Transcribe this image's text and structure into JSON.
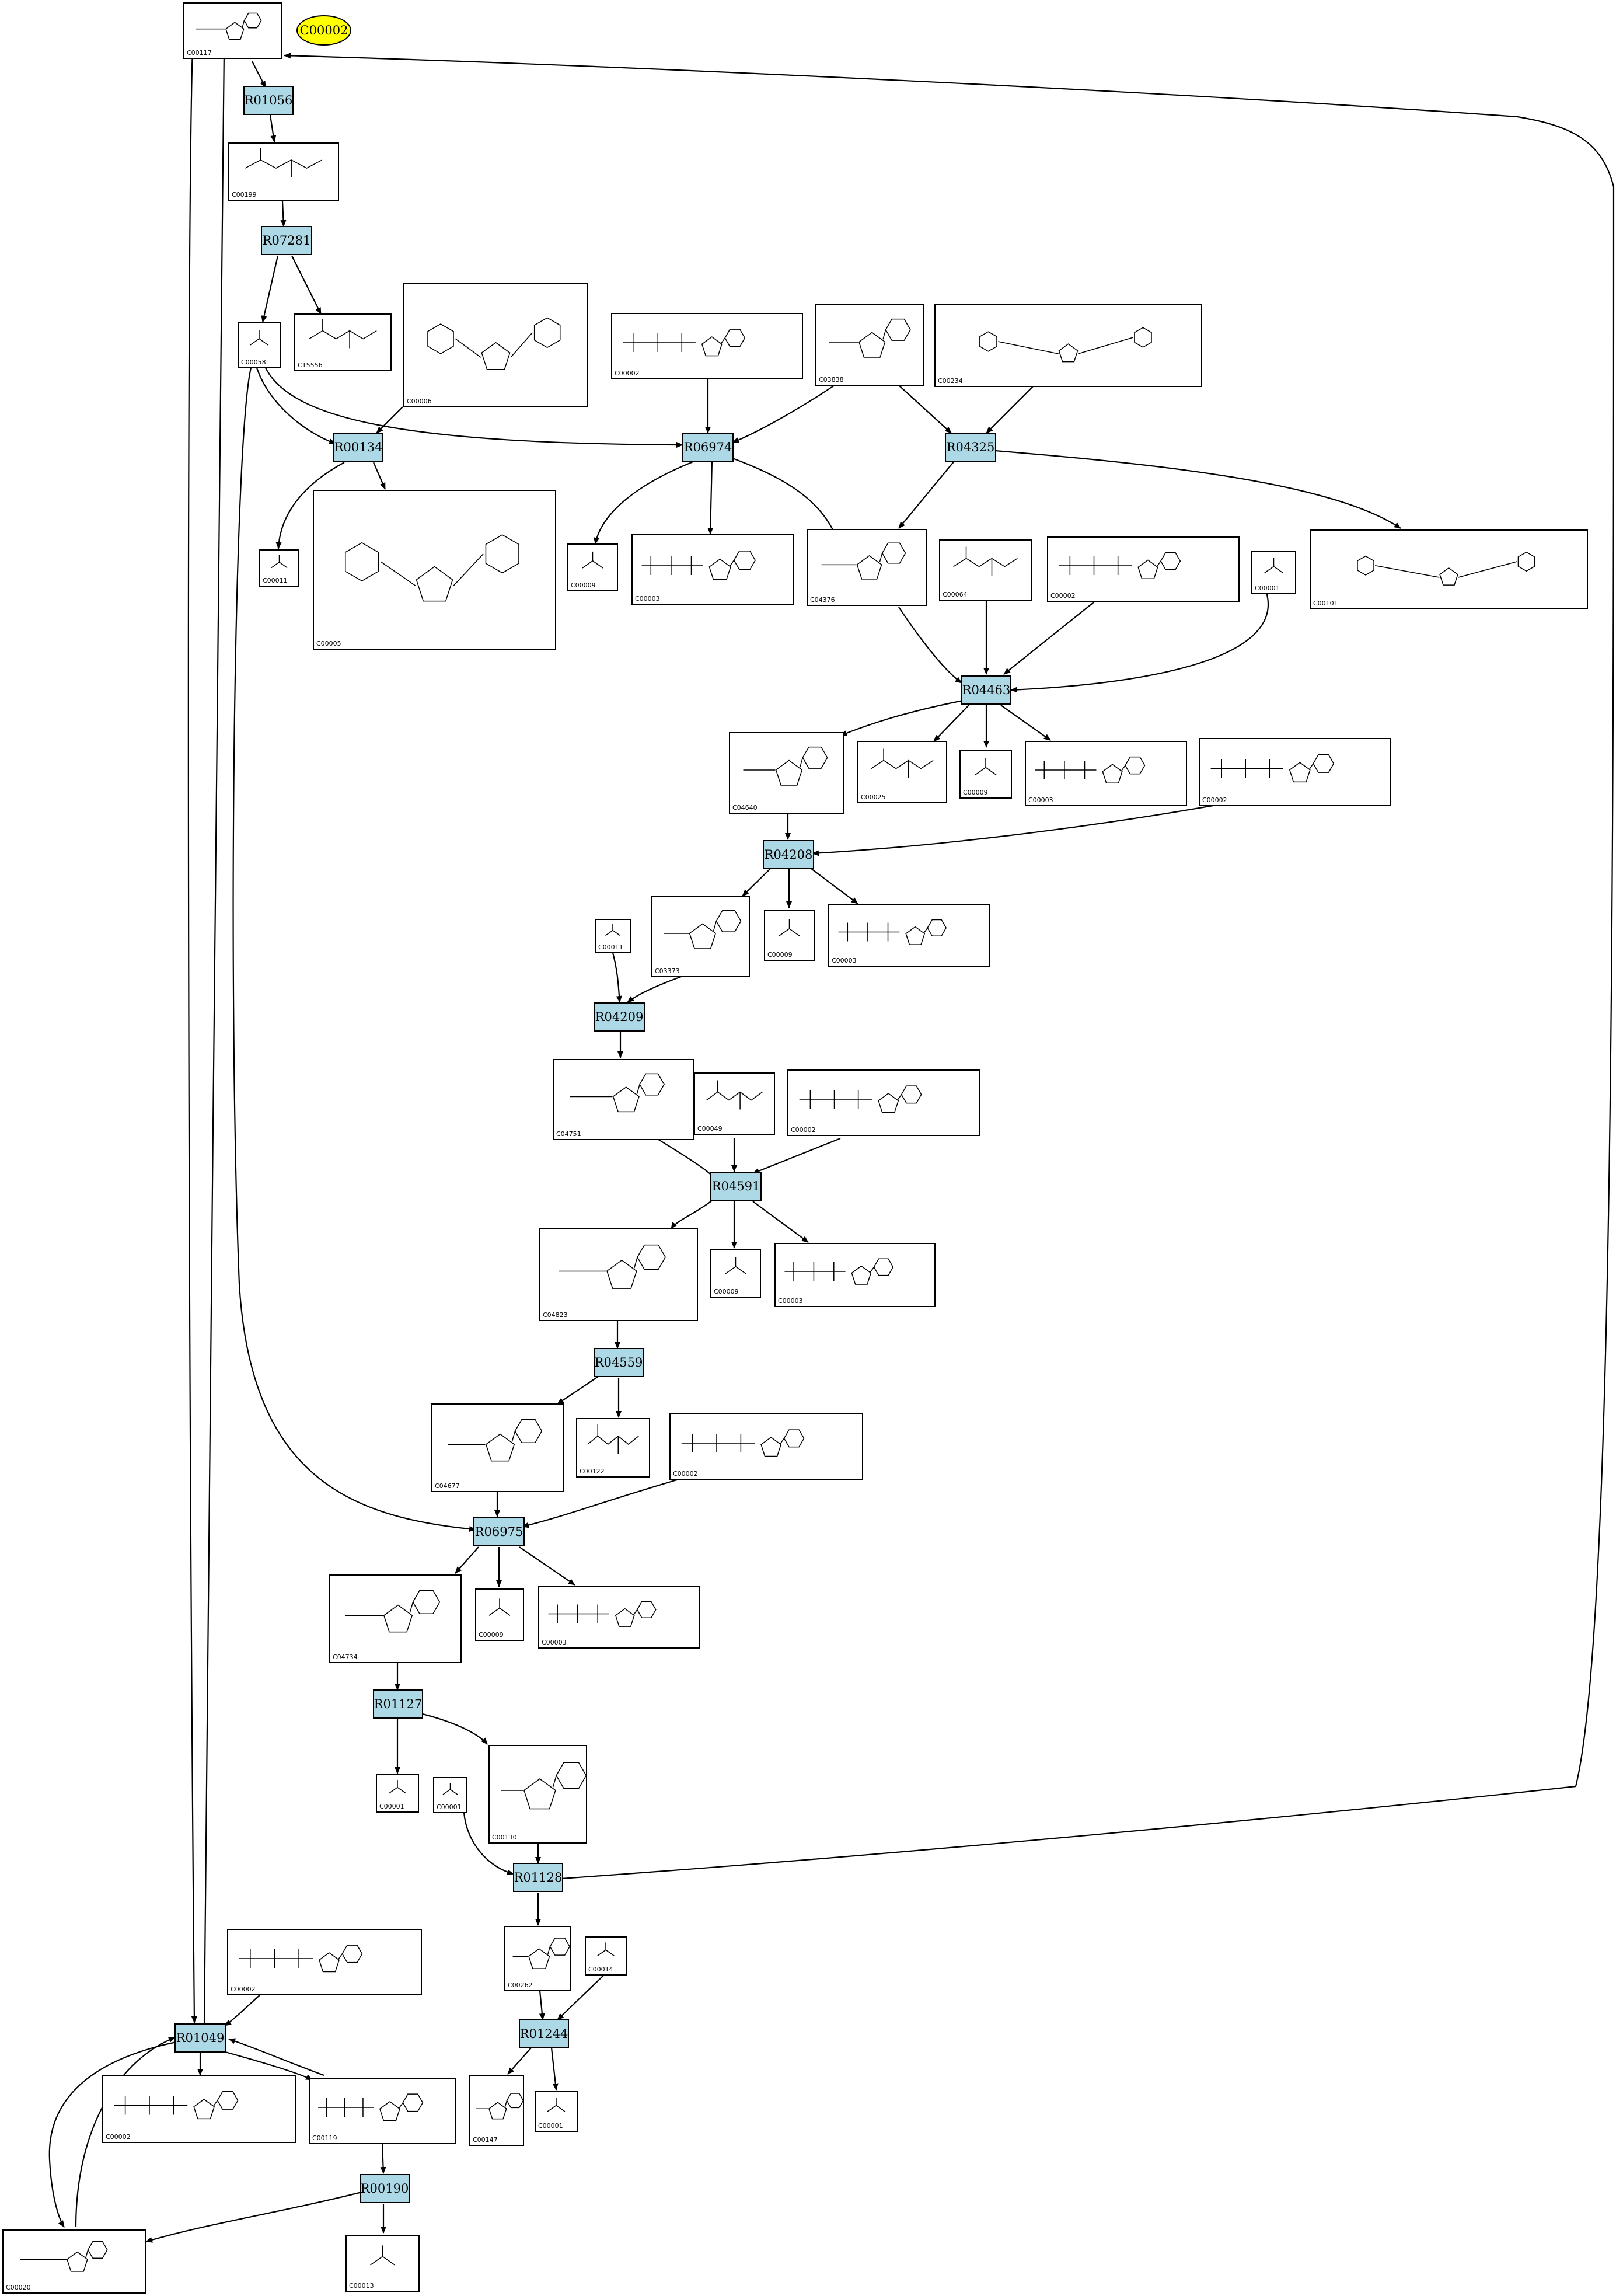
{
  "highlight": {
    "label": "C00002",
    "fill": "#ffff00"
  },
  "colors": {
    "reaction_fill": "#add8e6",
    "compound_fill": "#ffffff",
    "stroke": "#000000"
  },
  "reactions": [
    {
      "id": "R01056"
    },
    {
      "id": "R07281"
    },
    {
      "id": "R00134"
    },
    {
      "id": "R06974"
    },
    {
      "id": "R04325"
    },
    {
      "id": "R04463"
    },
    {
      "id": "R04208"
    },
    {
      "id": "R04209"
    },
    {
      "id": "R04591"
    },
    {
      "id": "R04559"
    },
    {
      "id": "R06975"
    },
    {
      "id": "R01127"
    },
    {
      "id": "R01128"
    },
    {
      "id": "R01244"
    },
    {
      "id": "R01049"
    },
    {
      "id": "R00190"
    }
  ],
  "compounds": [
    {
      "id": "C00117"
    },
    {
      "id": "C00199"
    },
    {
      "id": "C00058"
    },
    {
      "id": "C15556"
    },
    {
      "id": "C00006"
    },
    {
      "id": "C00002"
    },
    {
      "id": "C03838"
    },
    {
      "id": "C00234"
    },
    {
      "id": "C00011"
    },
    {
      "id": "C00005"
    },
    {
      "id": "C00009"
    },
    {
      "id": "C00003"
    },
    {
      "id": "C04376"
    },
    {
      "id": "C00064"
    },
    {
      "id": "C00002"
    },
    {
      "id": "C00001"
    },
    {
      "id": "C00101"
    },
    {
      "id": "C04640"
    },
    {
      "id": "C00025"
    },
    {
      "id": "C00009"
    },
    {
      "id": "C00003"
    },
    {
      "id": "C00002"
    },
    {
      "id": "C00011"
    },
    {
      "id": "C03373"
    },
    {
      "id": "C00009"
    },
    {
      "id": "C00003"
    },
    {
      "id": "C04751"
    },
    {
      "id": "C00049"
    },
    {
      "id": "C00002"
    },
    {
      "id": "C04823"
    },
    {
      "id": "C00009"
    },
    {
      "id": "C00003"
    },
    {
      "id": "C04677"
    },
    {
      "id": "C00122"
    },
    {
      "id": "C00002"
    },
    {
      "id": "C04734"
    },
    {
      "id": "C00009"
    },
    {
      "id": "C00003"
    },
    {
      "id": "C00001"
    },
    {
      "id": "C00001"
    },
    {
      "id": "C00130"
    },
    {
      "id": "C00262"
    },
    {
      "id": "C00014"
    },
    {
      "id": "C00002"
    },
    {
      "id": "C00147"
    },
    {
      "id": "C00001"
    },
    {
      "id": "C00002"
    },
    {
      "id": "C00119"
    },
    {
      "id": "C00020"
    },
    {
      "id": "C00013"
    }
  ]
}
